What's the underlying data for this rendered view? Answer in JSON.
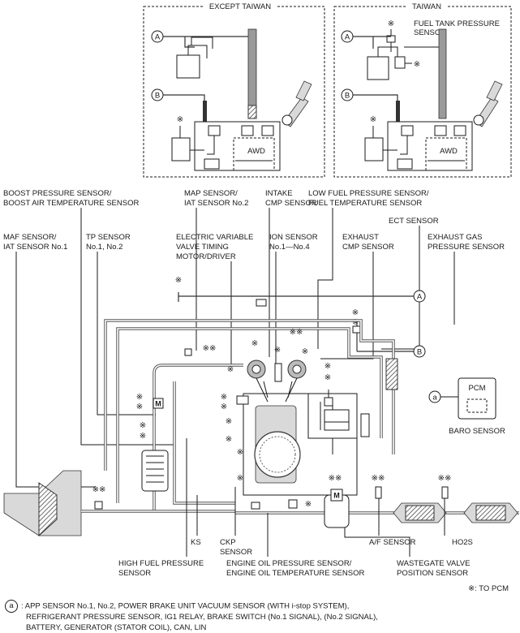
{
  "insets": {
    "left_title": "EXCEPT TAIWAN",
    "right_title": "TAIWAN",
    "fuel_tank_pressure_sensor": [
      "FUEL TANK PRESSURE",
      "SENSOR"
    ],
    "awd": "AWD"
  },
  "connectors": {
    "A": "A",
    "B": "B",
    "a": "a"
  },
  "labels": {
    "boost": [
      "BOOST PRESSURE SENSOR/",
      "BOOST AIR TEMPERATURE SENSOR"
    ],
    "map": [
      "MAP SENSOR/",
      "IAT SENSOR No.2"
    ],
    "intake_cmp": [
      "INTAKE",
      "CMP SENSOR"
    ],
    "low_fuel": [
      "LOW FUEL PRESSURE SENSOR/",
      "FUEL TEMPERATURE SENSOR"
    ],
    "ect": "ECT SENSOR",
    "maf": [
      "MAF SENSOR/",
      "IAT SENSOR No.1"
    ],
    "tp": [
      "TP SENSOR",
      "No.1, No.2"
    ],
    "evvt": [
      "ELECTRIC VARIABLE",
      "VALVE TIMING",
      "MOTOR/DRIVER"
    ],
    "ion": [
      "ION SENSOR",
      "No.1—No.4"
    ],
    "exhaust_cmp": [
      "EXHAUST",
      "CMP SENSOR"
    ],
    "exhaust_gas": [
      "EXHAUST GAS",
      "PRESSURE SENSOR"
    ],
    "pcm": "PCM",
    "baro": "BARO SENSOR",
    "ks": "KS",
    "ckp": [
      "CKP",
      "SENSOR"
    ],
    "af": "A/F SENSOR",
    "ho2s": "HO2S",
    "high_fuel": [
      "HIGH FUEL PRESSURE",
      "SENSOR"
    ],
    "oil": [
      "ENGINE OIL PRESSURE SENSOR/",
      "ENGINE OIL TEMPERATURE SENSOR"
    ],
    "wastegate": [
      "WASTEGATE VALVE",
      "POSITION SENSOR"
    ],
    "motor": "M",
    "asterisk": "※",
    "double_asterisk": "※※"
  },
  "legend": {
    "to_pcm": "※: TO PCM"
  },
  "footnote": {
    "line1": ": APP SENSOR No.1, No.2, POWER BRAKE UNIT VACUUM SENSOR (WITH i-stop SYSTEM),",
    "line2": "REFRIGERANT PRESSURE SENSOR, IG1 RELAY, BRAKE SWITCH (No.1 SIGNAL), (No.2 SIGNAL),",
    "line3": "BATTERY, GENERATOR (STATOR COIL), CAN, LIN"
  }
}
